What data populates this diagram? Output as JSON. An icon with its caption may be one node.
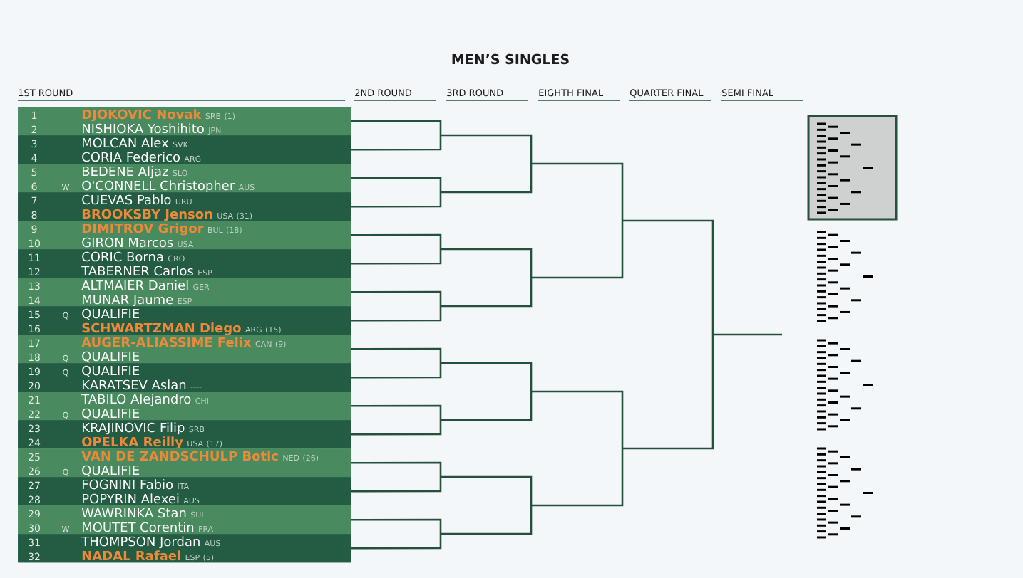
{
  "diagram": {
    "title": "MEN’S SINGLES",
    "nodes": [
      {
        "text": [],
        "shape": "box"
      },
      {
        "text": [
          "1",
          "DJOKOVIC Novak",
          "SRB",
          "(1)"
        ],
        "in": 0
      },
      {
        "text": [
          "2",
          "NISHIOKA Yoshihito",
          "JPN"
        ],
        "in": 0
      },
      {
        "text": [],
        "shape": "box"
      },
      {
        "text": [
          "3",
          "MOLCAN Alex",
          "SVK"
        ],
        "in": 3
      },
      {
        "text": [
          "4",
          "CORIA Federico",
          "ARG"
        ],
        "in": 3
      },
      {
        "text": [],
        "shape": "box"
      },
      {
        "text": [
          "5",
          "BEDENE Aljaz",
          "SLO"
        ],
        "in": 6
      },
      {
        "text": [
          "6",
          "W",
          "O'CONNELL Christopher",
          "AUS"
        ],
        "in": 6
      },
      {
        "text": [],
        "shape": "box"
      },
      {
        "text": [
          "7",
          "CUEVAS Pablo",
          "URU"
        ],
        "in": 9
      },
      {
        "text": [
          "8",
          "BROOKSBY Jenson",
          "USA",
          "(31)"
        ],
        "in": 9
      },
      {
        "text": [],
        "shape": "box"
      },
      {
        "text": [
          "9",
          "DIMITROV Grigor",
          "BUL",
          "(18)"
        ],
        "in": 12
      },
      {
        "text": [
          "10",
          "GIRON Marcos",
          "USA"
        ],
        "in": 12
      },
      {
        "text": [],
        "shape": "box"
      },
      {
        "text": [
          "11",
          "CORIC Borna",
          "CRO"
        ],
        "in": 15
      },
      {
        "text": [
          "12",
          "TABERNER Carlos",
          "ESP"
        ],
        "in": 15
      },
      {
        "text": [],
        "shape": "box"
      },
      {
        "text": [
          "13",
          "ALTMAIER Daniel",
          "GER"
        ],
        "in": 18
      },
      {
        "text": [
          "14",
          "MUNAR Jaume",
          "ESP"
        ],
        "in": 18
      },
      {
        "text": [],
        "shape": "box"
      },
      {
        "text": [
          "15",
          "Q",
          "QUALIFIE"
        ],
        "in": 21
      },
      {
        "text": [
          "16",
          "SCHWARTZMAN Diego",
          "ARG",
          "(15)"
        ],
        "in": 21
      },
      {
        "text": [],
        "shape": "box"
      },
      {
        "text": [
          "17",
          "AUGER-ALIASSIME Felix",
          "CAN",
          "(9)"
        ],
        "in": 24
      },
      {
        "text": [
          "18",
          "Q",
          "QUALIFIE"
        ],
        "in": 24
      },
      {
        "text": [],
        "shape": "box"
      },
      {
        "text": [
          "19",
          "Q",
          "QUALIFIE"
        ],
        "in": 27
      },
      {
        "text": [
          "20",
          "KARATSEV Aslan",
          "----"
        ],
        "in": 27
      },
      {
        "text": [],
        "shape": "box"
      },
      {
        "text": [
          "21",
          "TABILO Alejandro",
          "CHI"
        ],
        "in": 30
      },
      {
        "text": [
          "22",
          "Q",
          "QUALIFIE"
        ],
        "in": 30
      },
      {
        "text": [],
        "shape": "box"
      },
      {
        "text": [
          "23",
          "KRAJINOVIC Filip",
          "SRB"
        ],
        "in": 33
      },
      {
        "text": [
          "24",
          "OPELKA Reilly",
          "USA",
          "(17)"
        ],
        "in": 33
      },
      {
        "text": [],
        "shape": "box"
      },
      {
        "text": [
          "25",
          "VAN DE ZANDSCHULP Botic",
          "NED",
          "(26)"
        ],
        "in": 36
      },
      {
        "text": [
          "26",
          "Q",
          "QUALIFIE"
        ],
        "in": 36
      },
      {
        "text": [],
        "shape": "box"
      },
      {
        "text": [
          "27",
          "FOGNINI Fabio",
          "ITA"
        ],
        "in": 39
      },
      {
        "text": [
          "28",
          "POPYRIN Alexei",
          "AUS"
        ],
        "in": 39
      },
      {
        "text": [],
        "shape": "box"
      },
      {
        "text": [
          "29",
          "WAWRINKA Stan",
          "SUI"
        ],
        "in": 42
      },
      {
        "text": [
          "30",
          "W",
          "MOUTET Corentin",
          "FRA"
        ],
        "in": 42
      },
      {
        "text": [],
        "shape": "box"
      },
      {
        "text": [
          "31",
          "THOMPSON Jordan",
          "AUS"
        ],
        "in": 45
      },
      {
        "text": [
          "32",
          "NADAL Rafael",
          "ESP",
          "(5)"
        ],
        "in": 45
      }
    ],
    "edges": [
      {
        "from": 0,
        "to": null,
        "arrow": "none"
      },
      {
        "from": 3,
        "to": null,
        "arrow": "none"
      },
      {
        "from": 6,
        "to": null,
        "arrow": "none"
      },
      {
        "from": 9,
        "to": null,
        "arrow": "none"
      },
      {
        "from": 12,
        "to": null,
        "arrow": "none"
      },
      {
        "from": 15,
        "to": null,
        "arrow": "none"
      },
      {
        "from": 18,
        "to": null,
        "arrow": "none"
      },
      {
        "from": 21,
        "to": null,
        "arrow": "none"
      },
      {
        "from": 24,
        "to": null,
        "arrow": "none"
      },
      {
        "from": 27,
        "to": null,
        "arrow": "none"
      },
      {
        "from": 30,
        "to": null,
        "arrow": "none"
      },
      {
        "from": 33,
        "to": null,
        "arrow": "none"
      },
      {
        "from": 36,
        "to": null,
        "arrow": "none"
      },
      {
        "from": 39,
        "to": null,
        "arrow": "none"
      },
      {
        "from": 42,
        "to": null,
        "arrow": "none"
      },
      {
        "from": 45,
        "to": null,
        "arrow": "none"
      }
    ],
    "labels": [
      "1ST ROUND",
      "2ND ROUND",
      "3RD ROUND",
      "EIGHTH FINAL",
      "QUARTER FINAL",
      "SEMI FINAL"
    ]
  }
}
